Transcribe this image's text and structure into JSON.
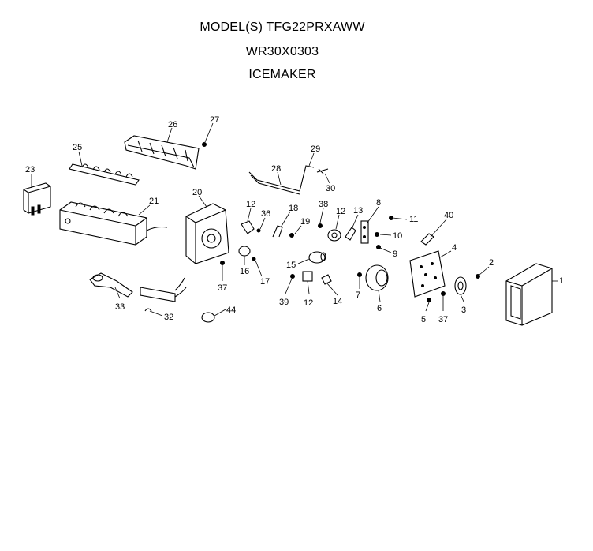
{
  "header": {
    "model_line": "MODEL(S) TFG22PRXAWW",
    "kit_line": "WR30X0303",
    "section_line": "ICEMAKER"
  },
  "callouts": [
    "26",
    "27",
    "25",
    "23",
    "21",
    "20",
    "29",
    "28",
    "30",
    "12",
    "36",
    "18",
    "38",
    "19",
    "12",
    "13",
    "8",
    "11",
    "40",
    "10",
    "9",
    "4",
    "2",
    "1",
    "15",
    "16",
    "17",
    "37",
    "39",
    "12",
    "14",
    "7",
    "6",
    "3",
    "37",
    "5",
    "33",
    "32",
    "44"
  ]
}
